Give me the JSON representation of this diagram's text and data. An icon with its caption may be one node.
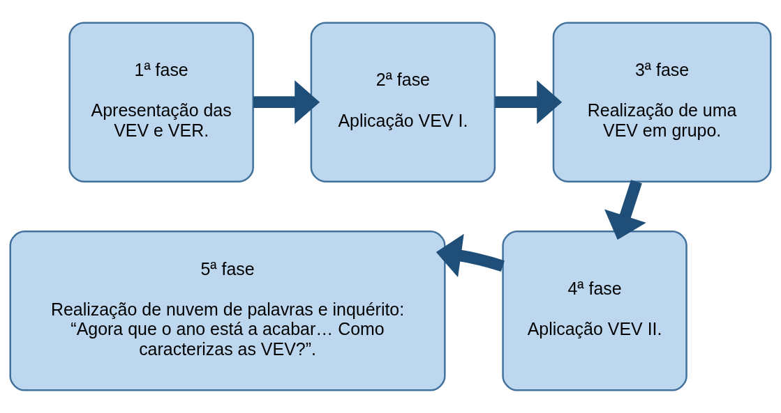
{
  "diagram": {
    "nodes": [
      {
        "text": [
          "1ª fase",
          "Apresentação das VEV e VER."
        ]
      },
      {
        "text": [
          "2ª fase",
          "Aplicação VEV I."
        ]
      },
      {
        "text": [
          "3ª fase",
          "Realização de uma VEV em grupo."
        ]
      },
      {
        "text": [
          "4ª fase",
          "Aplicação VEV II."
        ]
      },
      {
        "text": [
          "5ª fase",
          "Realização de nuvem de palavras e inquérito: “Agora que o ano está a acabar… Como caracterizas as VEV?”."
        ]
      }
    ],
    "edges": [
      {
        "from": 0,
        "to": 1,
        "arrow": "to"
      },
      {
        "from": 1,
        "to": 2,
        "arrow": "to"
      },
      {
        "from": 2,
        "to": 3,
        "arrow": "to"
      },
      {
        "from": 3,
        "to": 4,
        "arrow": "to"
      }
    ]
  }
}
